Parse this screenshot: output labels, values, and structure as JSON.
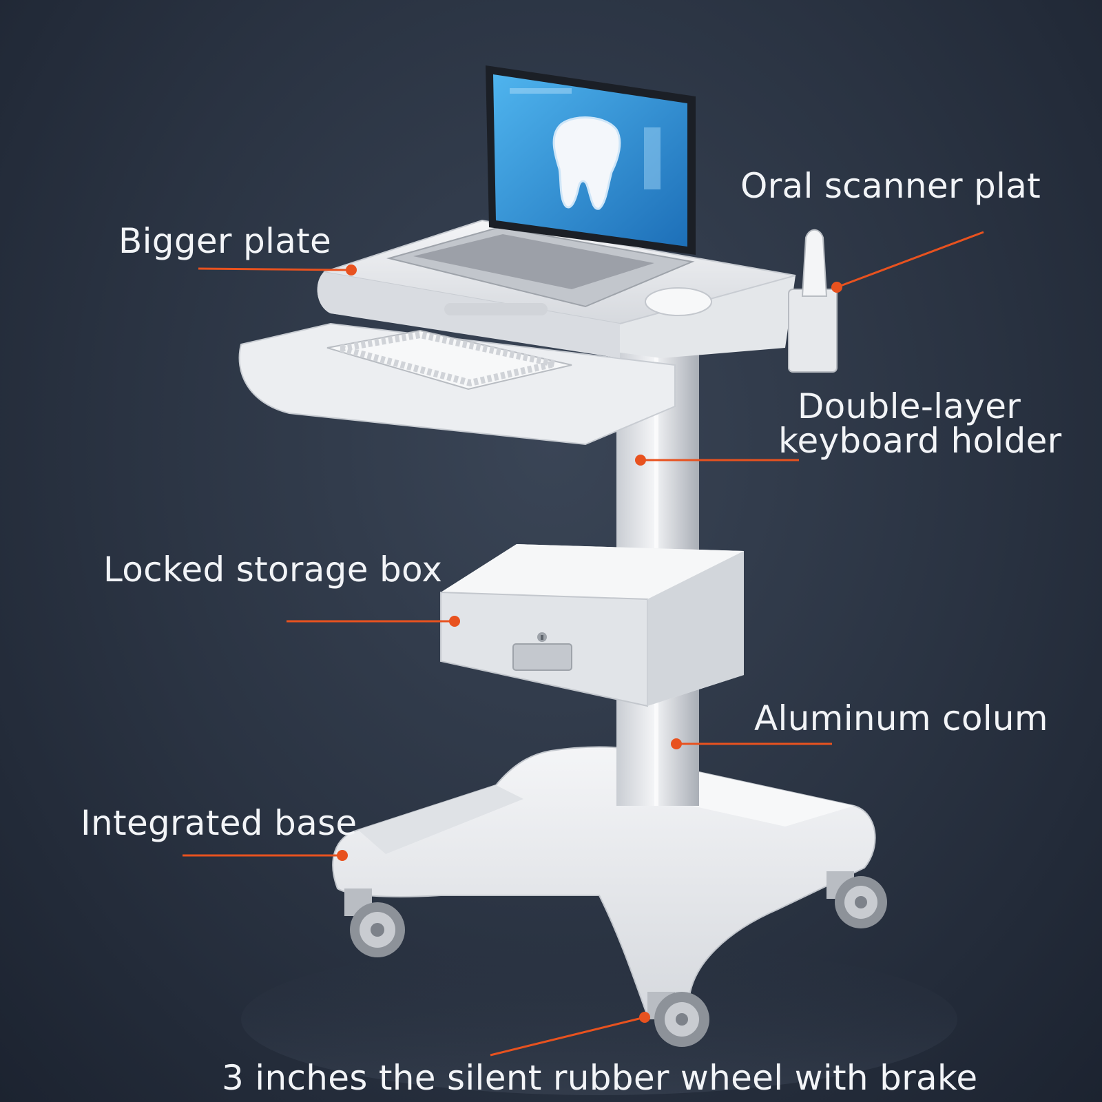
{
  "labels": {
    "bigger_plate": "Bigger plate",
    "oral_scanner_plat": "Oral scanner plat",
    "keyboard_holder_line1": "Double-layer",
    "keyboard_holder_line2": "keyboard holder",
    "locked_storage_box": "Locked storage box",
    "aluminum_colum": "Aluminum colum",
    "integrated_base": "Integrated base",
    "rubber_wheel": "3 inches the silent rubber wheel with brake"
  },
  "colors": {
    "background": "#2a3342",
    "label_text": "#f2f4f7",
    "callout": "#e8521f",
    "cart_body": "#e9ebee",
    "screen_blue": "#2a8fd6"
  },
  "icons": [
    "tooth-icon",
    "lock-icon"
  ]
}
